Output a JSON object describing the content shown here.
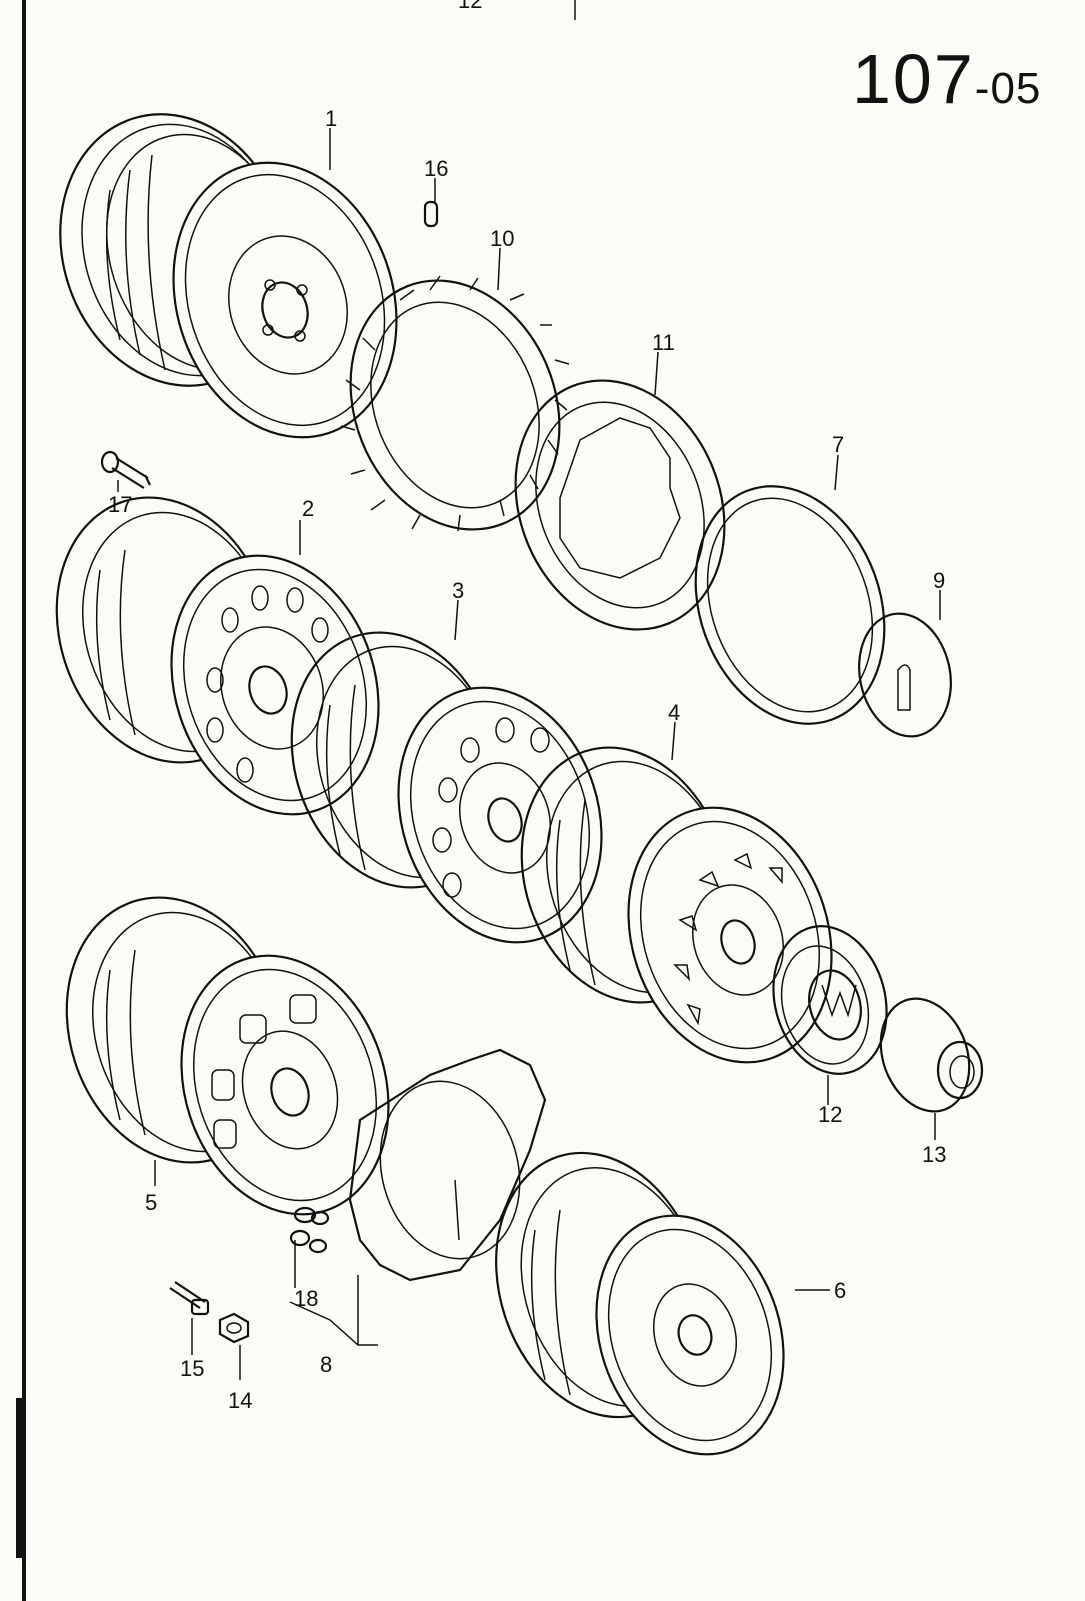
{
  "page": {
    "number": "107",
    "suffix": "-05"
  },
  "callouts": {
    "c1": "1",
    "c2": "2",
    "c3": "3",
    "c4": "4",
    "c5": "5",
    "c6": "6",
    "c7": "7",
    "c8": "8",
    "c9": "9",
    "c10": "10",
    "c11": "11",
    "c12": "12",
    "c13": "13",
    "c14": "14",
    "c15": "15",
    "c16": "16",
    "c17": "17",
    "c18": "18",
    "c12top": "12"
  },
  "colors": {
    "ink": "#111111",
    "paper": "#fbfbf7"
  }
}
